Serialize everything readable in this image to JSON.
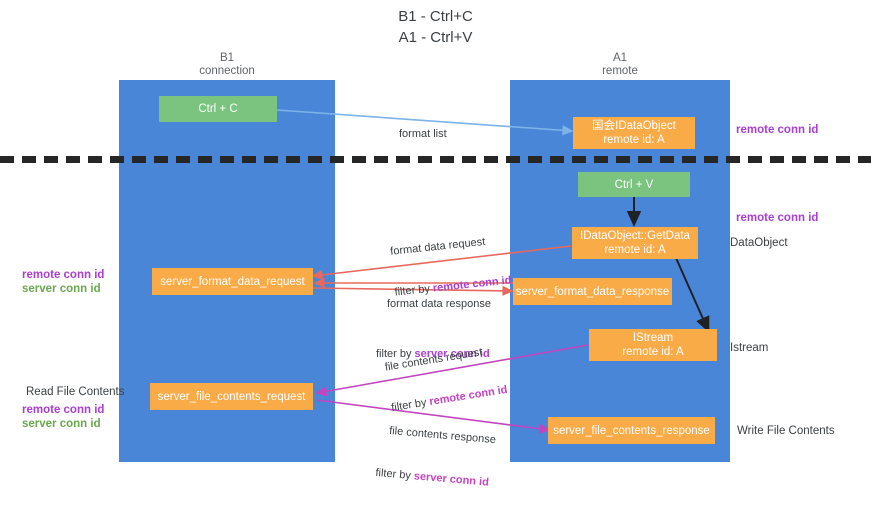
{
  "title": "B1 - Ctrl+C\nA1 - Ctrl+V",
  "columns": [
    {
      "name": "b1",
      "label": "B1\nconnection"
    },
    {
      "name": "a1",
      "label": "A1\nremote"
    }
  ],
  "colors": {
    "lane": "#4a86d8",
    "node_green": "#7bc47f",
    "node_orange": "#f9ab48",
    "remote_conn_id": "#a93fce",
    "server_conn_id": "#6aa84f",
    "edge_blue": "#7cb3e8",
    "edge_red": "#e8685e",
    "edge_magenta": "#c345c0",
    "edge_black": "#202124",
    "separator": "#262626"
  },
  "nodes": [
    {
      "id": "ctrl_c",
      "line1": "Ctrl + C",
      "line2": "",
      "color": "green"
    },
    {
      "id": "idataobject_remote",
      "line1": "国会IDataObject",
      "line2": "remote id: A",
      "color": "orange"
    },
    {
      "id": "ctrl_v",
      "line1": "Ctrl + V",
      "line2": "",
      "color": "green"
    },
    {
      "id": "idataobject_getdata",
      "line1": "IDataObject::GetData",
      "line2": "remote id: A",
      "color": "orange"
    },
    {
      "id": "server_format_data_request",
      "line1": "server_format_data_request",
      "line2": "",
      "color": "orange"
    },
    {
      "id": "server_format_data_response",
      "line1": "server_format_data_response",
      "line2": "",
      "color": "orange"
    },
    {
      "id": "istream_remote",
      "line1": "IStream",
      "line2": "remote id: A",
      "color": "orange"
    },
    {
      "id": "server_file_contents_request",
      "line1": "server_file_contents_request",
      "line2": "",
      "color": "orange"
    },
    {
      "id": "server_file_contents_response",
      "line1": "server_file_contents_response",
      "line2": "",
      "color": "orange"
    }
  ],
  "edge_labels": [
    {
      "id": "format_list",
      "line1": "format list",
      "line2_prefix": "",
      "line2_hl": ""
    },
    {
      "id": "format_data_request",
      "line1": "format data request",
      "line2_prefix": "filter by ",
      "line2_hl": "remote conn id"
    },
    {
      "id": "format_data_response",
      "line1": "format data response",
      "line2_prefix": "filter by ",
      "line2_hl": "server conn id"
    },
    {
      "id": "file_contents_request",
      "line1": "file contents request",
      "line2_prefix": "filter by ",
      "line2_hl": "remote conn id"
    },
    {
      "id": "file_contents_response",
      "line1": "file contents response",
      "line2_prefix": "filter by ",
      "line2_hl": "server conn id"
    }
  ],
  "annotations_right": [
    {
      "id": "remote_conn_id_top",
      "text": "remote conn id",
      "style": "purple"
    },
    {
      "id": "remote_conn_id_mid",
      "text": "remote conn id",
      "style": "purple"
    },
    {
      "id": "dataobject_label",
      "text": "DataObject",
      "style": "dark"
    },
    {
      "id": "istream_label",
      "text": "Istream",
      "style": "dark"
    },
    {
      "id": "write_file_contents",
      "text": "Write File Contents",
      "style": "dark"
    }
  ],
  "annotations_left": [
    {
      "id": "remote_conn_id_left_mid",
      "text": "remote conn id",
      "style": "purple"
    },
    {
      "id": "server_conn_id_left_mid",
      "text": "server conn id",
      "style": "green"
    },
    {
      "id": "read_file_contents",
      "text": "Read File Contents",
      "style": "dark"
    },
    {
      "id": "remote_conn_id_left_bottom",
      "text": "remote conn id",
      "style": "purple"
    },
    {
      "id": "server_conn_id_left_bottom",
      "text": "server conn id",
      "style": "green"
    }
  ]
}
